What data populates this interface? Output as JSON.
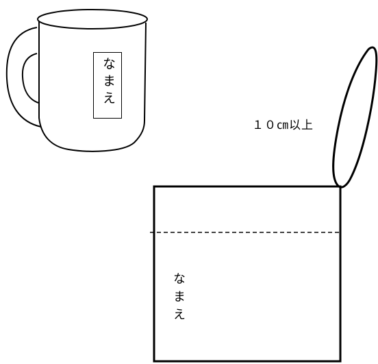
{
  "mug": {
    "name_label": "なまえ"
  },
  "bag": {
    "name_label": "なまえ",
    "strap_length_label": "１０㎝以上"
  }
}
